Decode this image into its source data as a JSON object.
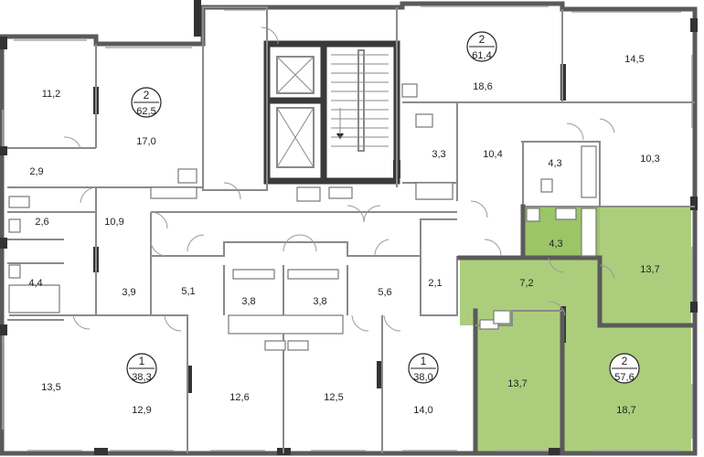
{
  "highlight_color": "#8fbe55",
  "apartments": {
    "top_left": {
      "rooms": "2",
      "total": "62,5"
    },
    "top_right": {
      "rooms": "2",
      "total": "61,4"
    },
    "bottom_left": {
      "rooms": "1",
      "total": "38,3"
    },
    "bottom_mid": {
      "rooms": "1",
      "total": "38,0"
    },
    "selected": {
      "rooms": "2",
      "total": "57,6"
    }
  },
  "room_areas": {
    "r11_2": "11,2",
    "r17_0": "17,0",
    "r2_9": "2,9",
    "r2_6": "2,6",
    "r10_9": "10,9",
    "r4_4": "4,4",
    "r3_9": "3,9",
    "r5_1": "5,1",
    "r3_8a": "3,8",
    "r3_8b": "3,8",
    "r5_6": "5,6",
    "r2_1": "2,1",
    "r13_5": "13,5",
    "r12_9": "12,9",
    "r12_6": "12,6",
    "r12_5": "12,5",
    "r14_0": "14,0",
    "r18_6": "18,6",
    "r14_5": "14,5",
    "r3_3": "3,3",
    "r10_4": "10,4",
    "r4_3a": "4,3",
    "r10_3": "10,3",
    "r4_3b": "4,3",
    "r7_2": "7,2",
    "r13_7a": "13,7",
    "r13_7b": "13,7",
    "r18_7": "18,7"
  }
}
